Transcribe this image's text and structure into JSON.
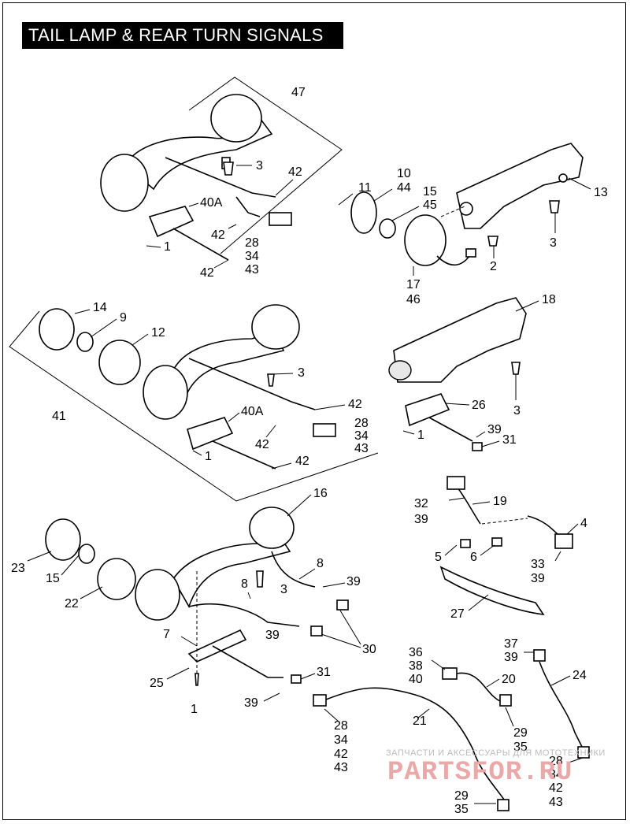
{
  "title": "TAIL LAMP & REAR  TURN SIGNALS",
  "watermark": {
    "line1": "ЗАПЧАСТИ И АКСЕССУАРЫ ДЛЯ МОТОТЕХНИКИ",
    "line2": "PARTSFOR.RU"
  },
  "callouts": {
    "c47": "47",
    "c3a": "3",
    "c42a": "42",
    "c40a1": "40A",
    "c42b": "42",
    "c1a": "1",
    "c28a": "28",
    "c34a": "34",
    "c43a": "43",
    "c42c": "42",
    "c11": "11",
    "c10": "10",
    "c44": "44",
    "c15a": "15",
    "c45": "45",
    "c13": "13",
    "c3b": "3",
    "c2": "2",
    "c17": "17",
    "c46": "46",
    "c14": "14",
    "c9": "9",
    "c12": "12",
    "c3c": "3",
    "c41": "41",
    "c40a2": "40A",
    "c42d": "42",
    "c28b": "28",
    "c34b": "34",
    "c43b": "43",
    "c42e": "42",
    "c1b": "1",
    "c42f": "42",
    "c18": "18",
    "c3d": "3",
    "c26": "26",
    "c1c": "1",
    "c39a": "39",
    "c31a": "31",
    "c16": "16",
    "c23": "23",
    "c15b": "15",
    "c22": "22",
    "c8a": "8",
    "c3e": "3",
    "c8b": "8",
    "c39b": "39",
    "c39c": "39",
    "c30": "30",
    "c7": "7",
    "c25": "25",
    "c1d": "1",
    "c31b": "31",
    "c39d": "39",
    "c32": "32",
    "c39e": "39",
    "c19": "19",
    "c4": "4",
    "c5": "5",
    "c6": "6",
    "c33": "33",
    "c39f": "39",
    "c27": "27",
    "c36": "36",
    "c38": "38",
    "c40": "40",
    "c20": "20",
    "c37": "37",
    "c39g": "39",
    "c24": "24",
    "c21": "21",
    "c28c": "28",
    "c34c": "34",
    "c42g": "42",
    "c43c": "43",
    "c29a": "29",
    "c35a": "35",
    "c28d": "28",
    "c34d": "34",
    "c42h": "42",
    "c43d": "43",
    "c29b": "29",
    "c35b": "35"
  }
}
